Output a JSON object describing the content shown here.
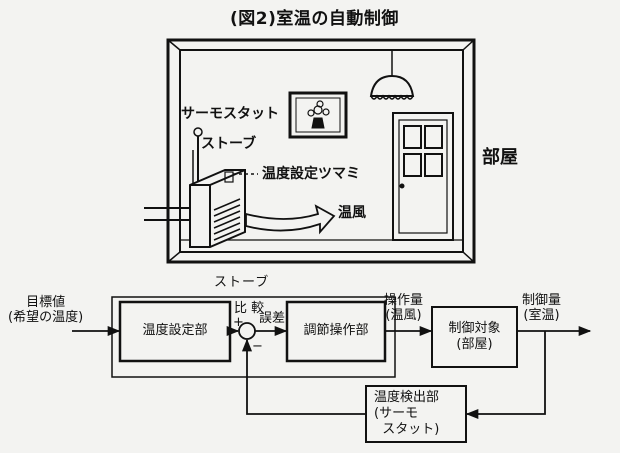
{
  "title": "(図2)室温の自動制御",
  "room": {
    "room_label": "部屋",
    "thermostat_label": "サーモスタット",
    "stove_label": "ストーブ",
    "dial_label": "温度設定ツマミ",
    "warm_air_label": "温風"
  },
  "block_diagram": {
    "input_label": "目標値\n(希望の温度)",
    "stove_group_label": "ストーブ",
    "setter_block": "温度設定部",
    "compare_label": "比 較",
    "plus_sign": "+",
    "minus_sign": "−",
    "error_label": "誤差",
    "actuator_block": "調節操作部",
    "manipulated_label": "操作量\n(温風)",
    "plant_block": "制御対象\n(部屋)",
    "output_label": "制御量\n(室温)",
    "sensor_block": "温度検出部\n(サーモ\n  スタット)"
  }
}
